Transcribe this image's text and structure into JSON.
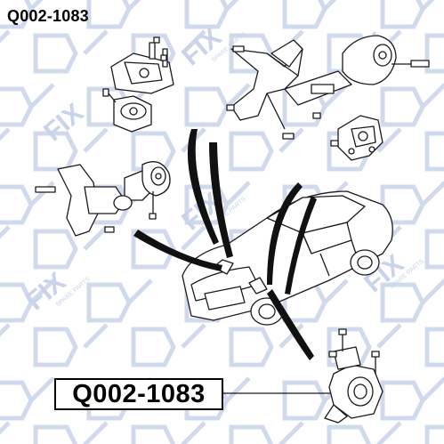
{
  "header": {
    "part_code": "Q002-1083"
  },
  "callout": {
    "part_code": "Q002-1083"
  },
  "watermark": {
    "brand": "FIX",
    "tagline": "SPARE PARTS",
    "color": "#c9d3ea"
  },
  "colors": {
    "line": "#1a1a1a",
    "callout_border": "#000000",
    "sweep": "#111111"
  }
}
